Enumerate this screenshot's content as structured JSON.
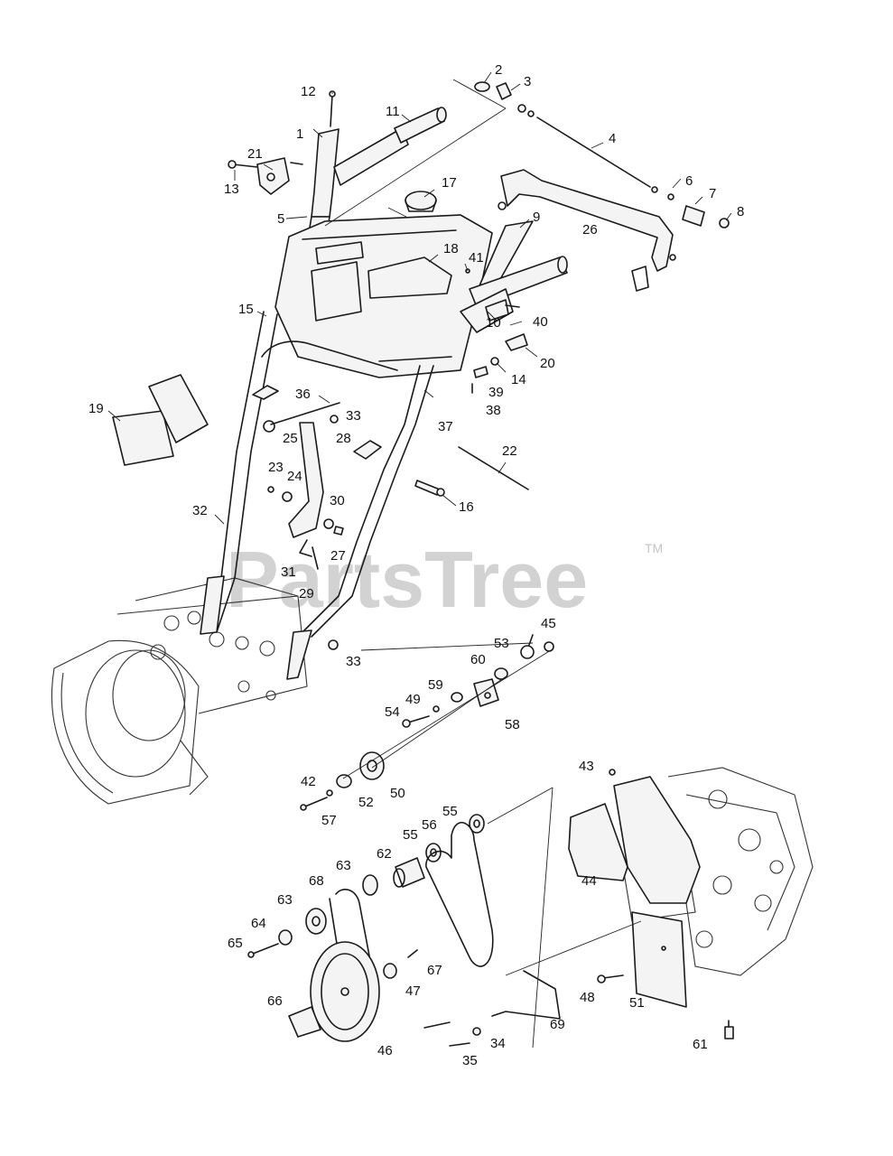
{
  "watermark": {
    "brand": "PartsTree",
    "trademark": "TM"
  },
  "callouts": {
    "c1": "1",
    "c2": "2",
    "c3": "3",
    "c4": "4",
    "c5": "5",
    "c6": "6",
    "c7": "7",
    "c8": "8",
    "c9": "9",
    "c10": "10",
    "c11": "11",
    "c12": "12",
    "c13": "13",
    "c14": "14",
    "c15": "15",
    "c16": "16",
    "c17": "17",
    "c18": "18",
    "c19": "19",
    "c20": "20",
    "c21": "21",
    "c22": "22",
    "c23": "23",
    "c24": "24",
    "c25": "25",
    "c26": "26",
    "c27": "27",
    "c28": "28",
    "c29": "29",
    "c30": "30",
    "c31": "31",
    "c32": "32",
    "c33a": "33",
    "c33b": "33",
    "c34": "34",
    "c35": "35",
    "c36": "36",
    "c37": "37",
    "c38": "38",
    "c39": "39",
    "c40": "40",
    "c41": "41",
    "c42": "42",
    "c43": "43",
    "c44": "44",
    "c45": "45",
    "c46": "46",
    "c47": "47",
    "c48": "48",
    "c49": "49",
    "c50": "50",
    "c51": "51",
    "c52": "52",
    "c53": "53",
    "c54": "54",
    "c55a": "55",
    "c55b": "55",
    "c56": "56",
    "c57": "57",
    "c58": "58",
    "c59": "59",
    "c60": "60",
    "c61": "61",
    "c62": "62",
    "c63a": "63",
    "c63b": "63",
    "c64": "64",
    "c65": "65",
    "c66": "66",
    "c67": "67",
    "c68": "68",
    "c69": "69"
  }
}
